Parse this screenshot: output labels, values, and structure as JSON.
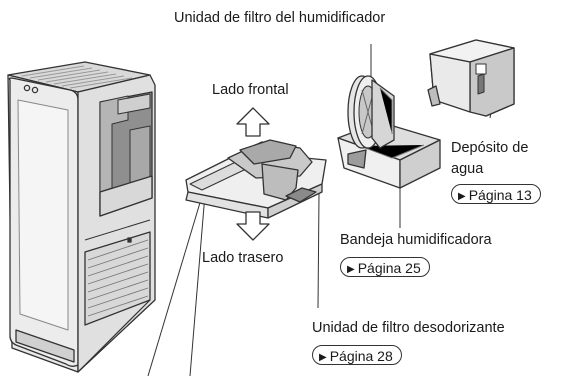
{
  "labels": {
    "humidifier_filter_unit": "Unidad de filtro del humidificador",
    "front_side": "Lado frontal",
    "rear_side": "Lado trasero",
    "water_tank": "Depósito de agua",
    "water_tank_line1": "Depósito de",
    "water_tank_line2": "agua",
    "humidifying_tray": "Bandeja humidificadora",
    "deodorizing_filter_unit": "Unidad de filtro desodorizante"
  },
  "page_refs": {
    "water_tank": "Página 13",
    "humidifying_tray": "Página 25",
    "deodorizing_filter_unit": "Página 28"
  },
  "icons": {
    "page_ref_marker": "play-triangle-icon",
    "direction_up": "up-arrow-icon",
    "direction_down": "down-arrow-icon"
  },
  "colors": {
    "line": "#333333",
    "fill_light": "#e6e6e6",
    "fill_mid": "#bfbfbf",
    "fill_dark": "#8c8c8c"
  }
}
